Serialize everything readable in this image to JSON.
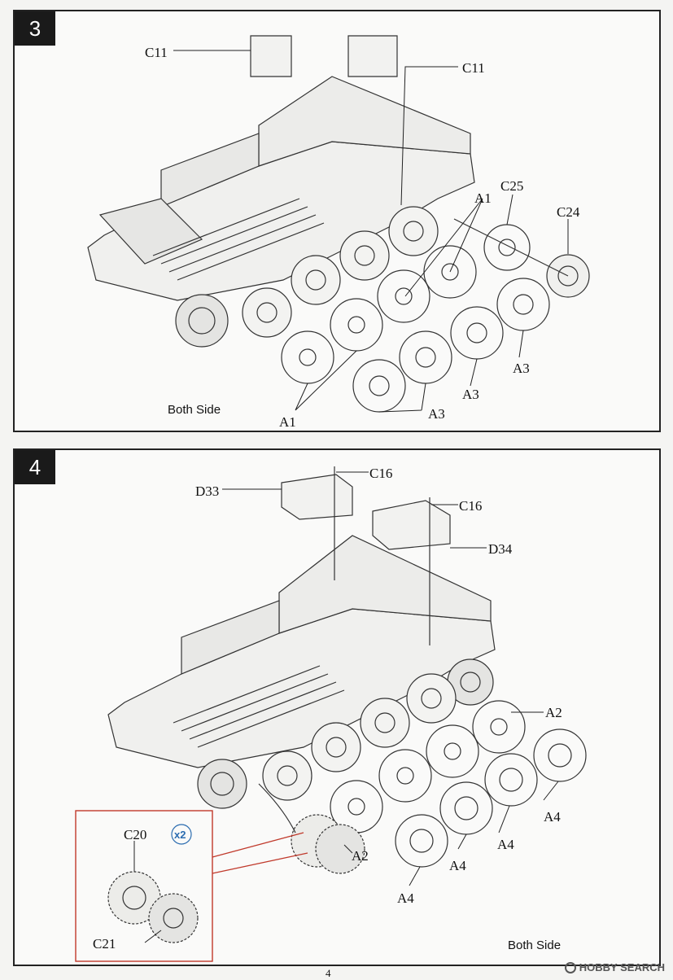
{
  "step3": {
    "number": "3",
    "both_side": "Both Side",
    "labels": {
      "c11_left": "C11",
      "c11_right": "C11",
      "c25": "C25",
      "c24": "C24",
      "a1_top": "A1",
      "a1_bottom": "A1",
      "a3_right": "A3",
      "a3_mid": "A3",
      "a3_bottom": "A3"
    }
  },
  "step4": {
    "number": "4",
    "both_side": "Both Side",
    "labels": {
      "c16_left": "C16",
      "c16_right": "C16",
      "d33": "D33",
      "d34": "D34",
      "a2_right": "A2",
      "a2_bottom": "A2",
      "a4_right": "A4",
      "a4_mid_right": "A4",
      "a4_mid": "A4",
      "a4_bottom": "A4",
      "c20": "C20",
      "c21": "C21",
      "qty": "x2"
    }
  },
  "footer": {
    "page_number": "4",
    "watermark": "HOBBY SEARCH"
  }
}
